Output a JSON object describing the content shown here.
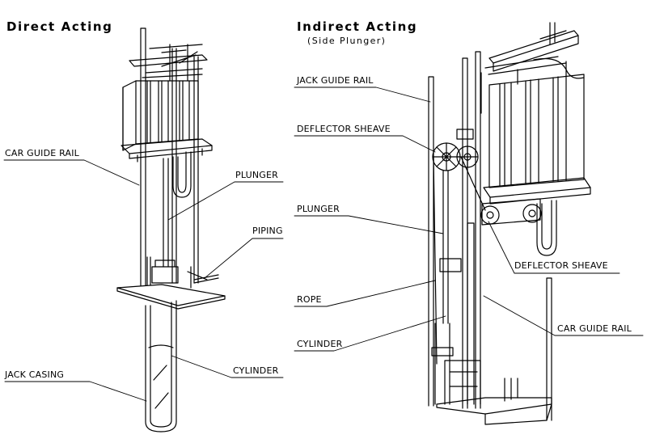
{
  "direct": {
    "title": "Direct Acting",
    "labels": {
      "car_guide_rail": "CAR GUIDE RAIL",
      "plunger": "PLUNGER",
      "piping": "PIPING",
      "jack_casing": "JACK CASING",
      "cylinder": "CYLINDER"
    }
  },
  "indirect": {
    "title": "Indirect Acting",
    "subtitle": "(Side Plunger)",
    "labels": {
      "jack_guide_rail": "JACK GUIDE RAIL",
      "deflector_sheave_top": "DEFLECTOR SHEAVE",
      "plunger": "PLUNGER",
      "deflector_sheave_right": "DEFLECTOR SHEAVE",
      "rope": "ROPE",
      "car_guide_rail": "CAR GUIDE RAIL",
      "cylinder": "CYLINDER"
    }
  }
}
